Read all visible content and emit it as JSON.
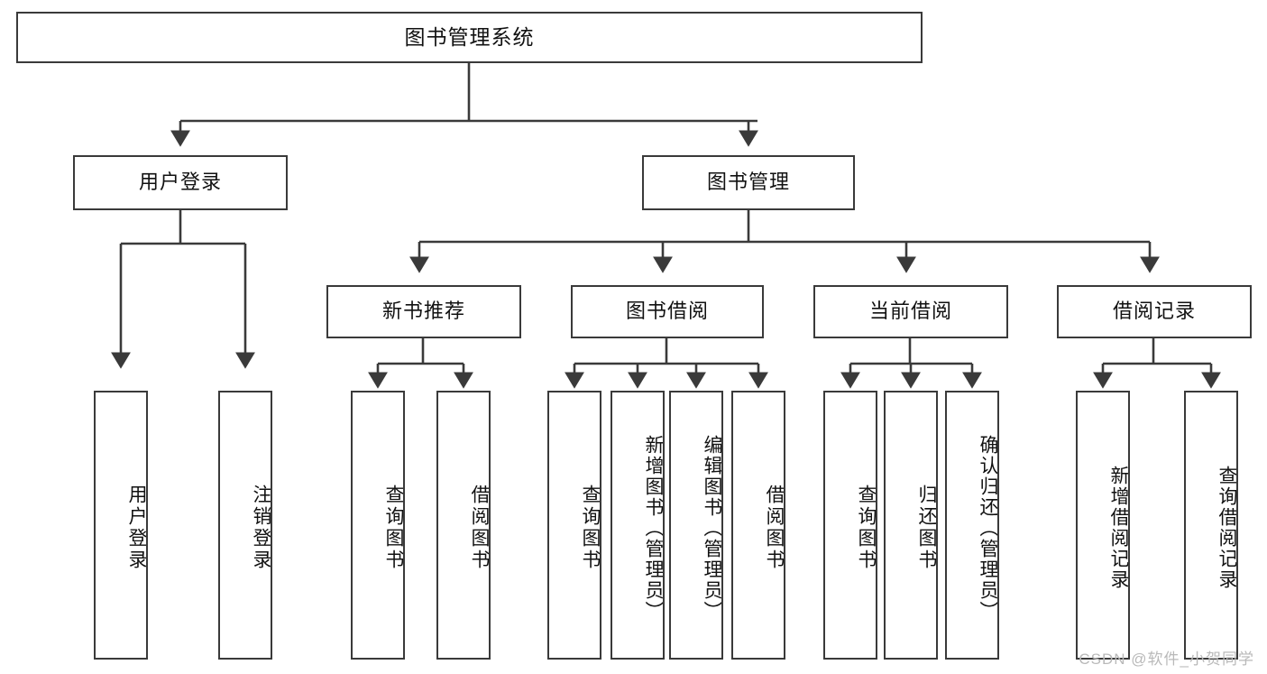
{
  "diagram": {
    "title": "图书管理系统",
    "type": "tree",
    "stroke_color": "#3a3a3a",
    "text_color": "#111111",
    "background": "#ffffff"
  },
  "nodes": {
    "root": {
      "label": "图书管理系统"
    },
    "level1": [
      {
        "id": "user-login",
        "label": "用户登录"
      },
      {
        "id": "book-manage",
        "label": "图书管理"
      }
    ],
    "level2": [
      {
        "id": "new-book-rec",
        "label": "新书推荐"
      },
      {
        "id": "book-borrow",
        "label": "图书借阅"
      },
      {
        "id": "current-borrow",
        "label": "当前借阅"
      },
      {
        "id": "borrow-record",
        "label": "借阅记录"
      }
    ],
    "leaves": {
      "user_login": [
        {
          "id": "leaf-user-login",
          "label": "用户登录"
        },
        {
          "id": "leaf-logout",
          "label": "注销登录"
        }
      ],
      "new_book_rec": [
        {
          "id": "leaf-query-book-1",
          "label": "查询图书"
        },
        {
          "id": "leaf-borrow-book-1",
          "label": "借阅图书"
        }
      ],
      "book_borrow": [
        {
          "id": "leaf-query-book-2",
          "label": "查询图书"
        },
        {
          "id": "leaf-add-book",
          "label": "新增图书（管理员）"
        },
        {
          "id": "leaf-edit-book",
          "label": "编辑图书（管理员）"
        },
        {
          "id": "leaf-borrow-book-2",
          "label": "借阅图书"
        }
      ],
      "current_borrow": [
        {
          "id": "leaf-query-book-3",
          "label": "查询图书"
        },
        {
          "id": "leaf-return-book",
          "label": "归还图书"
        },
        {
          "id": "leaf-confirm-return",
          "label": "确认归还（管理员）"
        }
      ],
      "borrow_record": [
        {
          "id": "leaf-add-record",
          "label": "新增借阅记录"
        },
        {
          "id": "leaf-query-record",
          "label": "查询借阅记录"
        }
      ]
    }
  },
  "watermark": {
    "text": "CSDN @软件_小贺同学"
  }
}
